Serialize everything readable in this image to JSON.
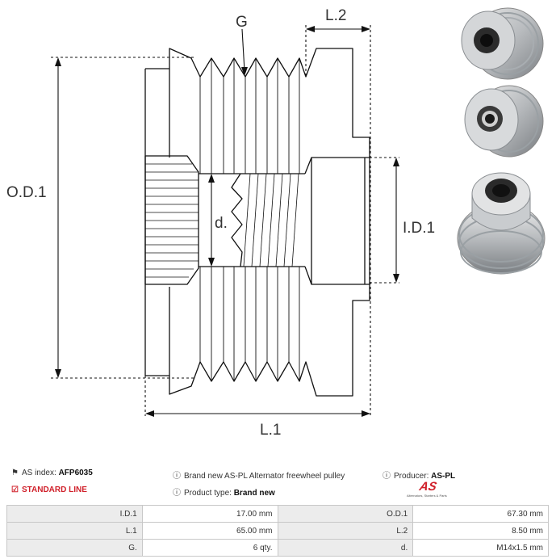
{
  "diagram": {
    "labels": {
      "g": "G",
      "l2": "L.2",
      "od1": "O.D.1",
      "d": "d.",
      "id1": "I.D.1",
      "l1": "L.1"
    }
  },
  "info": {
    "as_index_label": "AS index:",
    "as_index_value": "AFP6035",
    "standard_line": "STANDARD LINE",
    "description": "Brand new AS-PL Alternator freewheel pulley",
    "product_type_label": "Product type:",
    "product_type_value": "Brand new",
    "producer_label": "Producer:",
    "producer_value": "AS-PL",
    "logo_text": "AS",
    "logo_tagline": "Alternators, Starters & Parts"
  },
  "specs": [
    {
      "label_a": "I.D.1",
      "value_a": "17.00 mm",
      "label_b": "O.D.1",
      "value_b": "67.30 mm"
    },
    {
      "label_a": "L.1",
      "value_a": "65.00 mm",
      "label_b": "L.2",
      "value_b": "8.50 mm"
    },
    {
      "label_a": "G.",
      "value_a": "6 qty.",
      "label_b": "d.",
      "value_b": "M14x1.5 mm"
    }
  ],
  "colors": {
    "accent_red": "#d0202a",
    "table_label_bg": "#ececec",
    "border": "#c8c8c8"
  }
}
